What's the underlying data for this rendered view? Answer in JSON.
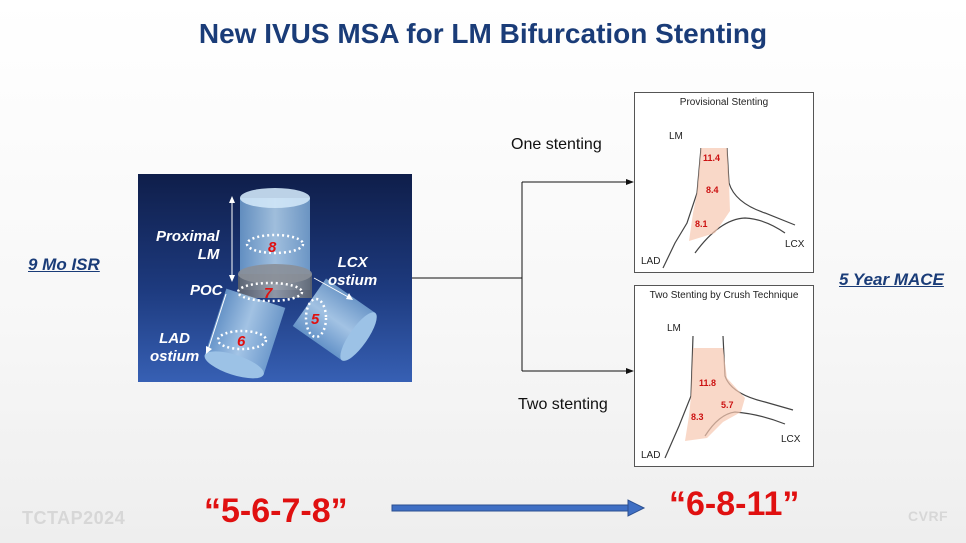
{
  "title": "New IVUS MSA for LM Bifurcation Stenting",
  "left_label": "9 Mo ISR",
  "right_label": "5 Year MACE",
  "bifurcation": {
    "proximal": "Proximal\nLM",
    "poc": "POC",
    "lcx": "LCX\nostium",
    "lad": "LAD\nostium",
    "v_lm": "8",
    "v_poc": "7",
    "v_lcx": "5",
    "v_lad": "6"
  },
  "branches": {
    "one": "One stenting",
    "two": "Two stenting"
  },
  "provisional": {
    "title": "Provisional Stenting",
    "lm": "LM",
    "lad": "LAD",
    "lcx": "LCX",
    "values": [
      "11.4",
      "8.4",
      "8.1"
    ]
  },
  "crush": {
    "title": "Two Stenting by Crush Technique",
    "lm": "LM",
    "lad": "LAD",
    "lcx": "LCX",
    "values": [
      "11.8",
      "5.7",
      "8.3"
    ]
  },
  "bottom": {
    "left": "“5-6-7-8”",
    "right": "“6-8-11”"
  },
  "watermarks": {
    "left": "TCTAP2024",
    "right": "CVRF"
  },
  "colors": {
    "title": "#1a3c78",
    "accent_red": "#e01010",
    "arrow_blue": "#3f6fc4"
  }
}
